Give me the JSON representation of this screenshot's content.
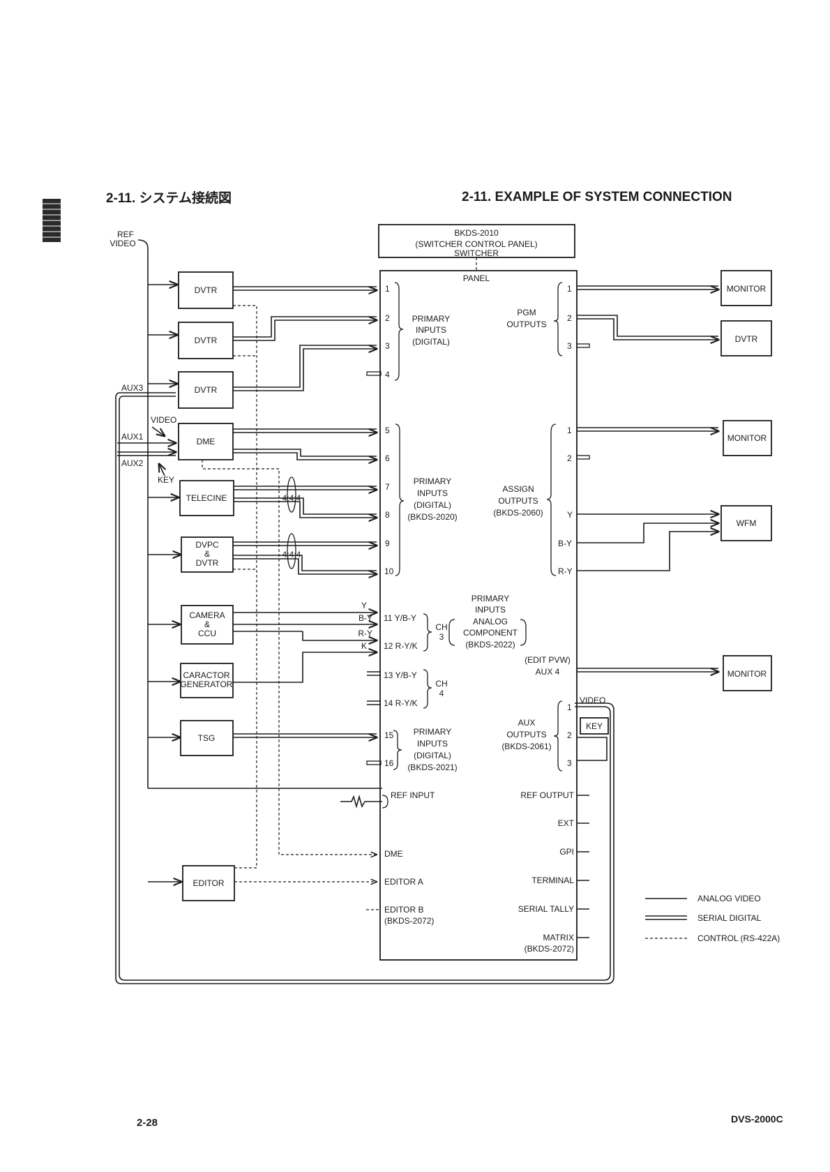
{
  "header": {
    "title_jp": "2-11. システム接続図",
    "title_en": "2-11. EXAMPLE OF SYSTEM CONNECTION"
  },
  "footer": {
    "page_number": "2-28",
    "model": "DVS-2000C"
  },
  "control_panel": {
    "model": "BKDS-2010",
    "name": "(SWITCHER CONTROL PANEL)",
    "label_switcher": "SWITCHER",
    "label_panel": "PANEL"
  },
  "sources": {
    "ref_video_1": "REF",
    "ref_video_2": "VIDEO",
    "dvtr_1": "DVTR",
    "dvtr_2": "DVTR",
    "dvtr_3": "DVTR",
    "dme": "DME",
    "telecine": "TELECINE",
    "dvpc_1": "DVPC",
    "dvpc_2": "&",
    "dvpc_3": "DVTR",
    "camera_1": "CAMERA",
    "camera_2": "&",
    "camera_3": "CCU",
    "cg_1": "CARACTOR",
    "cg_2": "GENERATOR",
    "tsg": "TSG",
    "editor": "EDITOR"
  },
  "aux_labels": {
    "aux3": "AUX3",
    "aux1": "AUX1",
    "aux2": "AUX2",
    "video": "VIDEO",
    "key": "KEY",
    "fmt_444_a": "4:4:4",
    "fmt_444_b": "4:4:4"
  },
  "component_labels": {
    "y": "Y",
    "b_y": "B-Y",
    "r_y": "R-Y",
    "k": "K"
  },
  "inputs": {
    "n1": "1",
    "n2": "2",
    "n3": "3",
    "n4": "4",
    "n5": "5",
    "n6": "6",
    "n7": "7",
    "n8": "8",
    "n9": "9",
    "n10": "10",
    "n11": "11 Y/B-Y",
    "n12": "12 R-Y/K",
    "n13": "13 Y/B-Y",
    "n14": "14 R-Y/K",
    "n15": "15",
    "n16": "16",
    "group1": [
      "PRIMARY",
      "INPUTS",
      "(DIGITAL)"
    ],
    "group2": [
      "PRIMARY",
      "INPUTS",
      "(DIGITAL)",
      "(BKDS-2020)"
    ],
    "group3": [
      "PRIMARY",
      "INPUTS",
      "ANALOG",
      "COMPONENT",
      "(BKDS-2022)"
    ],
    "group4": [
      "PRIMARY",
      "INPUTS",
      "(DIGITAL)",
      "(BKDS-2021)"
    ],
    "ch3_1": "CH",
    "ch3_2": "3",
    "ch4_1": "CH",
    "ch4_2": "4",
    "ref_input": "REF INPUT",
    "dme": "DME",
    "editor_a": "EDITOR A",
    "editor_b": "EDITOR B",
    "editor_b_model": "(BKDS-2072)"
  },
  "outputs": {
    "pgm_1": "PGM",
    "pgm_2": "OUTPUTS",
    "p1": "1",
    "p2": "2",
    "p3": "3",
    "assign": [
      "ASSIGN",
      "OUTPUTS",
      "(BKDS-2060)"
    ],
    "a1": "1",
    "a2": "2",
    "ay": "Y",
    "aby": "B-Y",
    "ary": "R-Y",
    "edit_pvw": "(EDIT PVW)",
    "aux4": "AUX 4",
    "aux_group": [
      "AUX",
      "OUTPUTS",
      "(BKDS-2061)"
    ],
    "x1": "1",
    "x2": "2",
    "x3": "3",
    "ref_output": "REF OUTPUT",
    "ext": "EXT",
    "gpi": "GPI",
    "terminal": "TERMINAL",
    "serial_tally": "SERIAL TALLY",
    "matrix": "MATRIX",
    "matrix_model": "(BKDS-2072)"
  },
  "destinations": {
    "monitor_1": "MONITOR",
    "dvtr": "DVTR",
    "monitor_2": "MONITOR",
    "wfm": "WFM",
    "monitor_3": "MONITOR",
    "video": "VIDEO",
    "key": "KEY"
  },
  "legend": {
    "analog_video": "ANALOG VIDEO",
    "serial_digital": "SERIAL DIGITAL",
    "control": "CONTROL (RS-422A)"
  }
}
